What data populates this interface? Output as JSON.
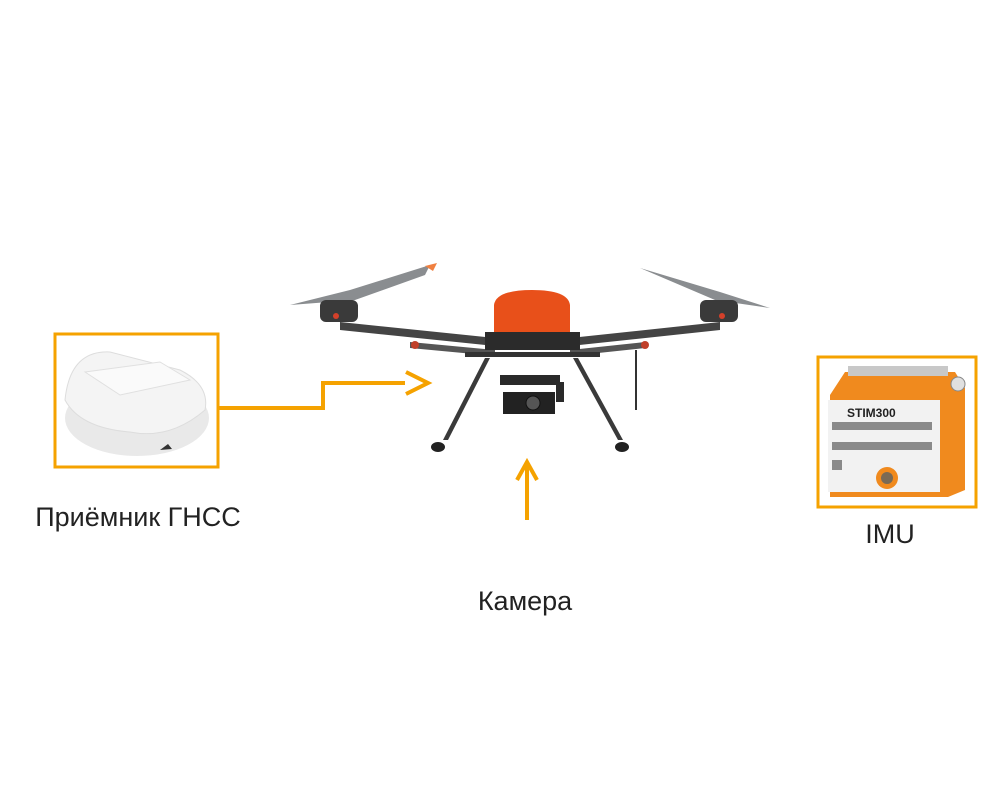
{
  "labels": {
    "gnss": "Приёмник ГНСС",
    "imu": "IMU",
    "camera": "Камера"
  },
  "imu_device": {
    "model_text": "STIM300"
  },
  "colors": {
    "accent": "#f5a200",
    "drone_body": "#e8501a",
    "imu_case": "#f08a1e"
  }
}
